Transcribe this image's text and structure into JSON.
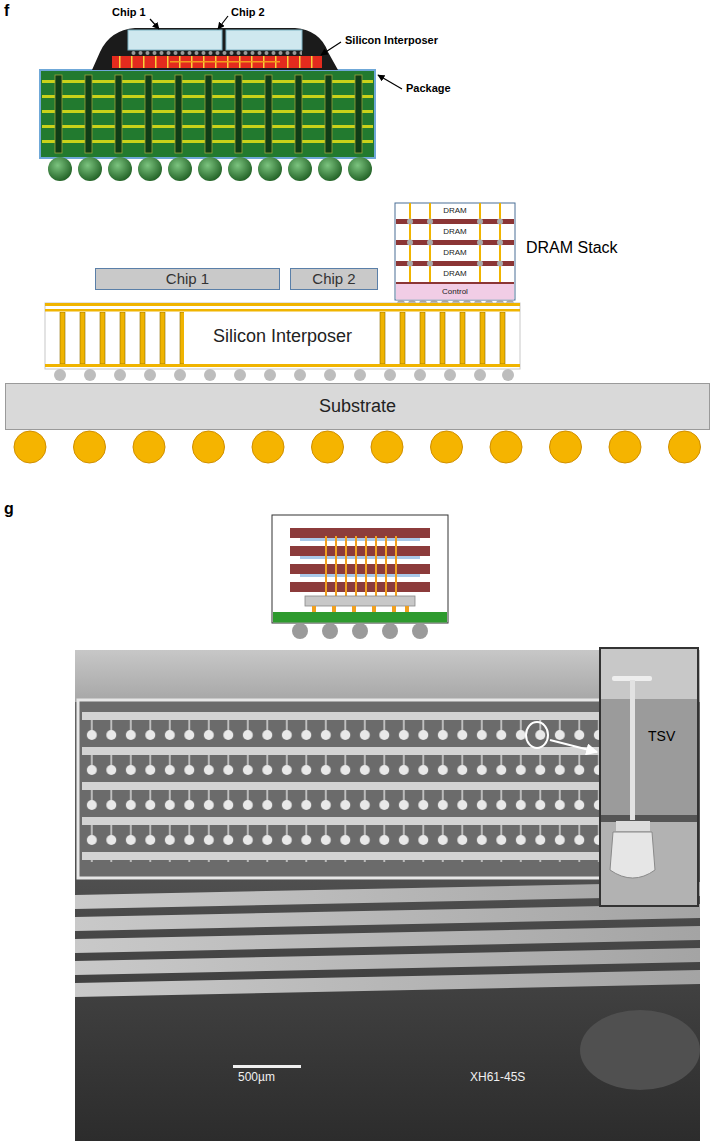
{
  "diagram": {
    "nodes": [
      {
        "text": [
          "DRAM"
        ]
      },
      {
        "text": [
          "DRAM"
        ]
      },
      {
        "text": [
          "DRAM"
        ]
      },
      {
        "text": [
          "DRAM"
        ]
      },
      {
        "text": [
          "Control"
        ]
      },
      {
        "text": [
          "Chip 1"
        ]
      },
      {
        "text": [
          "Chip 2"
        ]
      },
      {
        "text": [
          "Silicon Interposer"
        ]
      },
      {
        "text": [
          "Substrate"
        ]
      }
    ],
    "labels": [
      "f",
      "Chip 1",
      "Chip 2",
      "Silicon Interposer",
      "Package",
      "DRAM Stack",
      "g",
      "TSV",
      "500µm",
      "XH61-45S"
    ]
  }
}
